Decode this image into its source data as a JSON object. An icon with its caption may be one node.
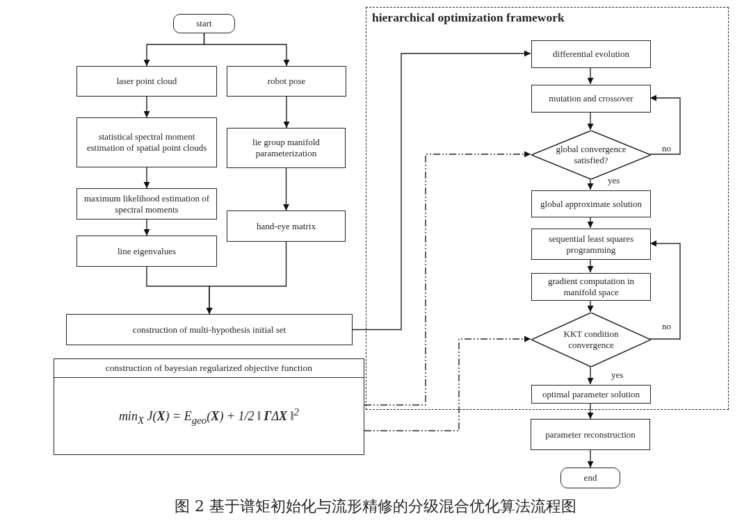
{
  "diagram": {
    "caption": "图 2  基于谱矩初始化与流形精修的分级混合优化算法流程图",
    "nodes": [
      {
        "text": [
          "start"
        ]
      },
      {
        "text": [
          "laser point cloud"
        ]
      },
      {
        "text": [
          "robot pose"
        ]
      },
      {
        "text": [
          "statistical spectral moment estimation of spatial point clouds"
        ]
      },
      {
        "text": [
          "lie group manifold parameterization"
        ]
      },
      {
        "text": [
          "maximum likelihood estimation of spectral moments"
        ]
      },
      {
        "text": [
          "hand-eye matrix"
        ]
      },
      {
        "text": [
          "line eigenvalues"
        ]
      },
      {
        "text": [
          "construction of multi-hypothesis initial set"
        ]
      },
      {
        "text": [
          "construction of bayesian regularized objective function",
          "min$_{X}$ J(**X**) = E$_{geo}$(**X**) + 1/2 ‖ **Γ**Δ**X** ‖$^{2}$"
        ]
      },
      {
        "text": [
          "hierarchical optimization framework"
        ]
      },
      {
        "text": [
          "differential evolution"
        ],
        "in": 10
      },
      {
        "text": [
          "mutation and crossover"
        ],
        "in": 10
      },
      {
        "text": [
          "global convergence satisfied?"
        ],
        "in": 10
      },
      {
        "text": [
          "global approximate solution"
        ],
        "in": 10
      },
      {
        "text": [
          "sequential least squares programming"
        ],
        "in": 10
      },
      {
        "text": [
          "gradient computation in manifold space"
        ],
        "in": 10
      },
      {
        "text": [
          "KKT condition convergence"
        ],
        "in": 10
      },
      {
        "text": [
          "optimal parameter solution"
        ],
        "in": 10
      },
      {
        "text": [
          "parameter reconstruction"
        ]
      },
      {
        "text": [
          "end"
        ]
      }
    ],
    "edges": [
      {
        "from": 0,
        "to": 1,
        "arrow": "to"
      },
      {
        "from": 0,
        "to": 2,
        "arrow": "to"
      },
      {
        "from": 1,
        "to": 3,
        "arrow": "to"
      },
      {
        "from": 3,
        "to": 5,
        "arrow": "to"
      },
      {
        "from": 5,
        "to": 7,
        "arrow": "to"
      },
      {
        "from": 2,
        "to": 4,
        "arrow": "to"
      },
      {
        "from": 4,
        "to": 6,
        "arrow": "to"
      },
      {
        "from": 7,
        "to": 8,
        "arrow": "to"
      },
      {
        "from": 6,
        "to": 8,
        "arrow": "to"
      },
      {
        "from": 8,
        "to": 11,
        "arrow": "to"
      },
      {
        "from": 11,
        "to": 12,
        "arrow": "to"
      },
      {
        "from": 12,
        "to": 13,
        "arrow": "to"
      },
      {
        "from": 13,
        "to": 14,
        "arrow": "to",
        "label": "yes"
      },
      {
        "from": 13,
        "to": 12,
        "arrow": "to",
        "label": "no"
      },
      {
        "from": 14,
        "to": 15,
        "arrow": "to"
      },
      {
        "from": 15,
        "to": 16,
        "arrow": "to"
      },
      {
        "from": 16,
        "to": 17,
        "arrow": "to"
      },
      {
        "from": 17,
        "to": 18,
        "arrow": "to",
        "label": "yes"
      },
      {
        "from": 17,
        "to": 15,
        "arrow": "to",
        "label": "no"
      },
      {
        "from": 18,
        "to": 19,
        "arrow": "to"
      },
      {
        "from": 19,
        "to": 20,
        "arrow": "to"
      },
      {
        "from": 9,
        "to": 13,
        "arrow": "to",
        "style": "dashed"
      },
      {
        "from": 9,
        "to": 17,
        "arrow": "to",
        "style": "dashed"
      }
    ]
  }
}
